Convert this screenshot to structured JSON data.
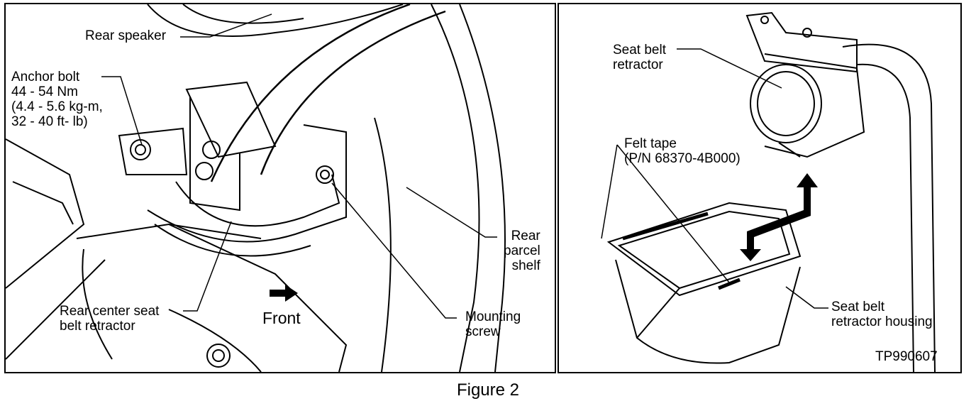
{
  "figure_caption": "Figure 2",
  "left_view": {
    "labels": {
      "rear_speaker": "Rear speaker",
      "anchor_bolt": "Anchor bolt\n44 - 54 Nm\n(4.4 - 5.6 kg-m,\n32 - 40 ft- lb)",
      "rear_center_retractor": "Rear center seat\nbelt retractor",
      "front": "Front",
      "mounting_screw": "Mounting\nscrew",
      "rear_parcel_shelf": "Rear\nparcel\nshelf"
    }
  },
  "right_view": {
    "labels": {
      "seat_belt_retractor": "Seat belt\nretractor",
      "felt_tape": "Felt tape\n(P/N 68370-4B000)",
      "retractor_housing": "Seat belt\nretractor housing",
      "ref_code": "TP990607"
    }
  }
}
